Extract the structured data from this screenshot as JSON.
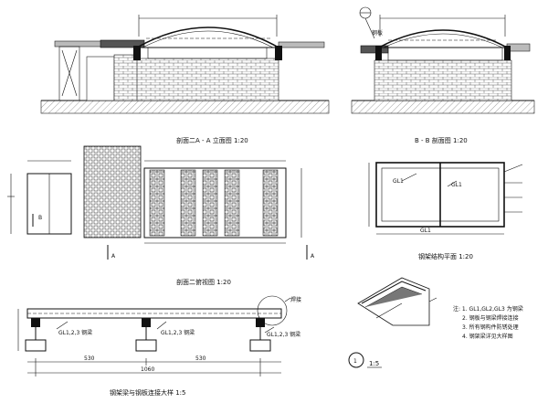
{
  "drawing": {
    "sections": [
      {
        "id": "s1",
        "title": "剖面二A - A 立面图 1:20"
      },
      {
        "id": "s2",
        "title": "B - B 剖面图 1:20"
      }
    ],
    "plans": [
      {
        "id": "p1",
        "title": "剖面二俯视图 1:20"
      },
      {
        "id": "p2",
        "title": "钢架结构平面 1:20"
      }
    ],
    "details": [
      {
        "id": "d1",
        "title": "钢架梁与钢板连接大样 1:5"
      },
      {
        "id": "d2",
        "title": "1:5"
      }
    ],
    "markers": {
      "section_a": "A",
      "section_b": "B",
      "detail_number": "1"
    },
    "labels": {
      "gl1": "GL1",
      "gl_123": "GL1,2,3 钢梁",
      "top_note": "钢板",
      "weld": "焊接"
    },
    "dimensions": {
      "span_left": "530",
      "span_right": "530",
      "span_total": "1060"
    },
    "notes": [
      "注: 1. GL1,GL2,GL3 为钢梁",
      "2. 钢板与钢梁焊接连接",
      "3. 所有钢构件防锈处理",
      "4. 钢架梁详见大样图"
    ]
  }
}
